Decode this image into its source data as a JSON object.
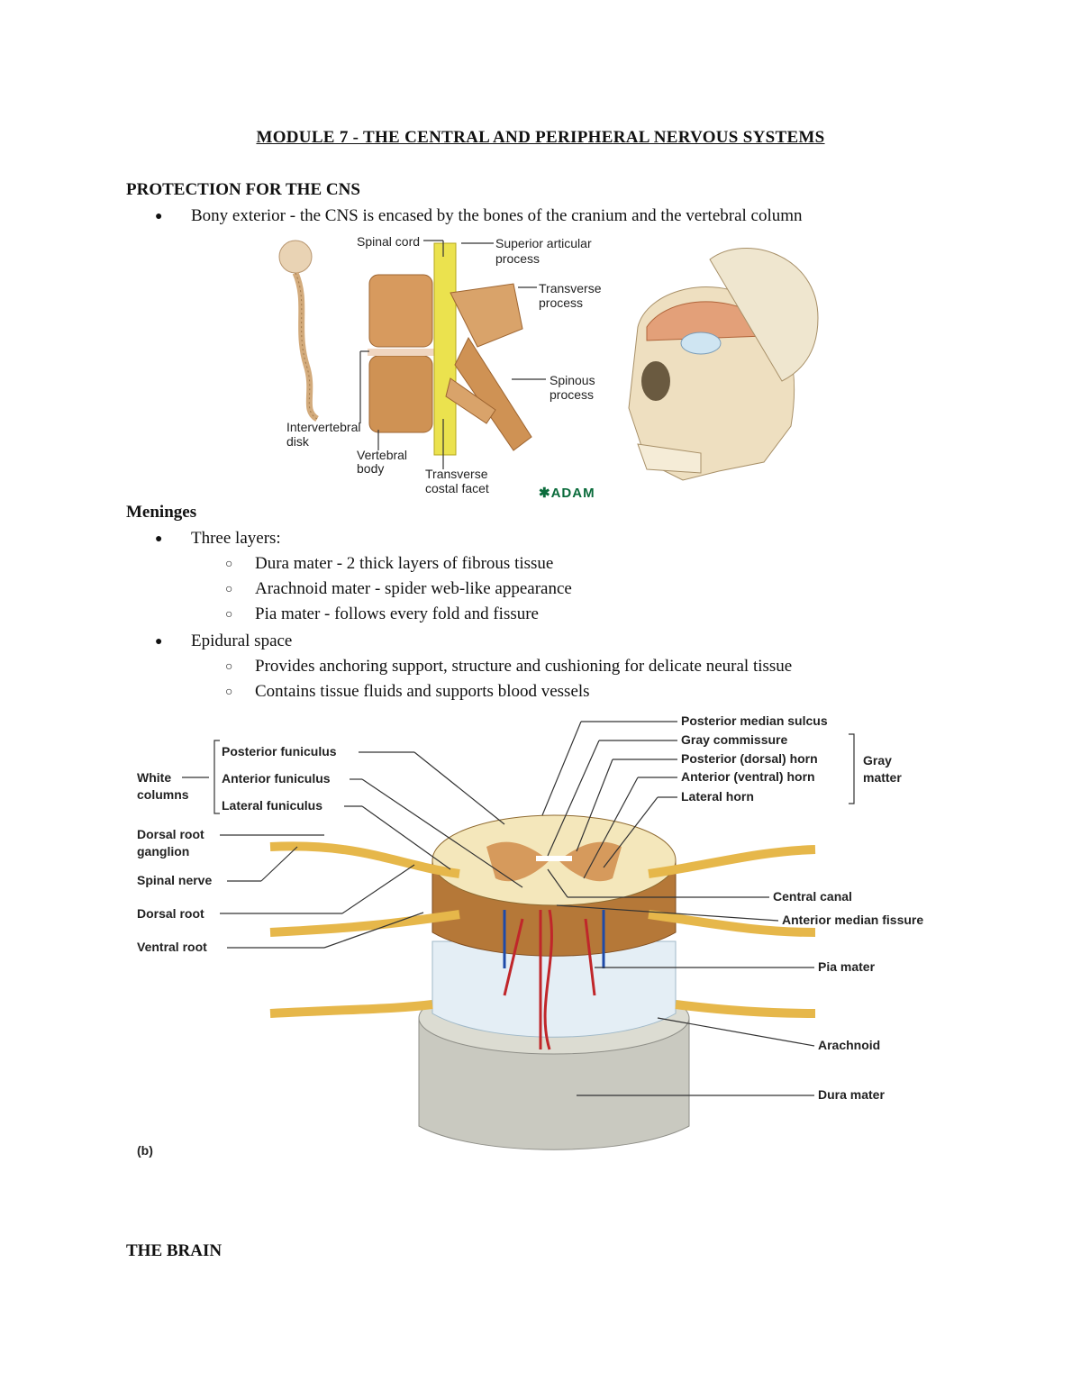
{
  "document": {
    "title": "MODULE 7 - THE CENTRAL AND PERIPHERAL NERVOUS SYSTEMS",
    "sections": {
      "protection": {
        "heading": "PROTECTION FOR THE CNS",
        "bullets": [
          "Bony exterior - the CNS is encased by the bones of the cranium and the vertebral column"
        ]
      },
      "meninges": {
        "heading": "Meninges",
        "bullet1": "Three layers:",
        "sub1": [
          "Dura mater - 2 thick layers of fibrous tissue",
          "Arachnoid mater - spider web-like appearance",
          "Pia mater - follows every fold and fissure"
        ],
        "bullet2": "Epidural space",
        "sub2": [
          "Provides anchoring support, structure and cushioning for delicate neural tissue",
          "Contains tissue fluids and supports blood vessels"
        ]
      },
      "brain": {
        "heading": "THE BRAIN"
      }
    },
    "figure1": {
      "labels": {
        "spinal_cord": "Spinal cord",
        "superior_articular": [
          "Superior articular",
          "process"
        ],
        "transverse_process": [
          "Transverse",
          "process"
        ],
        "spinous_process": [
          "Spinous",
          "process"
        ],
        "intervertebral_disk": [
          "Intervertebral",
          "disk"
        ],
        "vertebral_body": [
          "Vertebral",
          "body"
        ],
        "transverse_costal": [
          "Transverse",
          "costal facet"
        ],
        "logo": "ADAM"
      }
    },
    "figure2": {
      "labels": {
        "posterior_median_sulcus": "Posterior median sulcus",
        "gray_commissure": "Gray commissure",
        "posterior_horn": "Posterior (dorsal) horn",
        "anterior_horn": "Anterior (ventral) horn",
        "lateral_horn": "Lateral horn",
        "gray_matter": [
          "Gray",
          "matter"
        ],
        "white_columns": [
          "White",
          "columns"
        ],
        "posterior_funiculus": "Posterior funiculus",
        "anterior_funiculus": "Anterior funiculus",
        "lateral_funiculus": "Lateral funiculus",
        "dorsal_root_ganglion": [
          "Dorsal root",
          "ganglion"
        ],
        "spinal_nerve": "Spinal nerve",
        "dorsal_root": "Dorsal root",
        "ventral_root": "Ventral root",
        "central_canal": "Central canal",
        "anterior_median_fissure": "Anterior median fissure",
        "pia_mater": "Pia mater",
        "arachnoid": "Arachnoid",
        "dura_mater": "Dura mater",
        "panel": "(b)"
      }
    }
  }
}
